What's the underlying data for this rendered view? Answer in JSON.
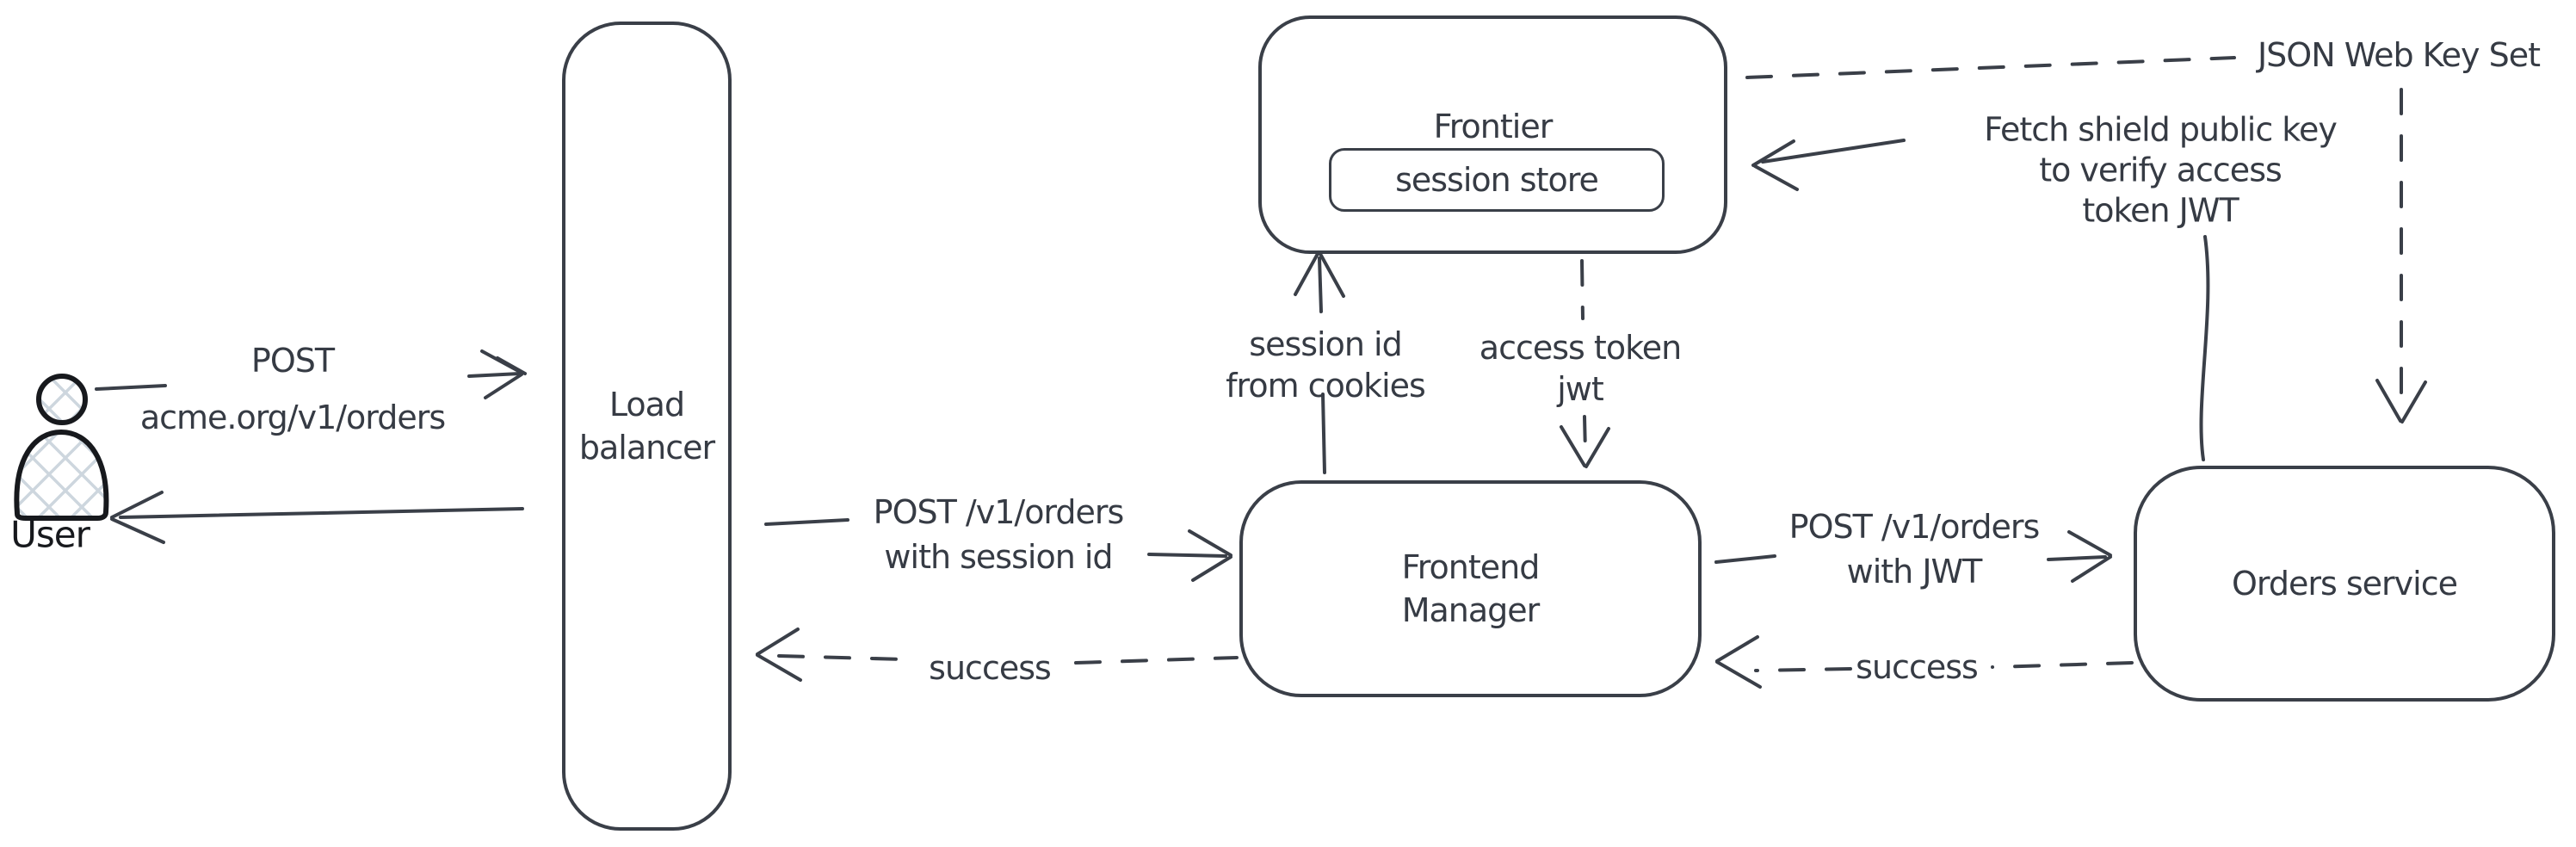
{
  "palette": {
    "background": "#ffffff",
    "ink": "#3a3f48",
    "person_ink": "#17191d",
    "hatch_fill": "#cdd6de"
  },
  "nodes": {
    "user": {
      "label": "User"
    },
    "load_balancer": {
      "lines": [
        "Load",
        "balancer"
      ]
    },
    "frontier": {
      "title": "Frontier",
      "inner_store": "session store"
    },
    "frontend_manager": {
      "lines": [
        "Frontend",
        "Manager"
      ]
    },
    "orders_service": {
      "label": "Orders service"
    },
    "jwks": {
      "label": "JSON Web Key Set"
    }
  },
  "edges": {
    "user_to_lb": {
      "lines": [
        "POST",
        "acme.org/v1/orders"
      ],
      "style": "solid-right"
    },
    "lb_to_user": {
      "style": "solid-left"
    },
    "lb_to_fm": {
      "lines": [
        "POST /v1/orders",
        "with session id"
      ],
      "style": "solid-right"
    },
    "fm_to_lb": {
      "label": "success",
      "style": "dashed-left"
    },
    "fm_to_frontier": {
      "lines": [
        "session id",
        "from cookies"
      ],
      "style": "solid-up"
    },
    "frontier_to_fm": {
      "lines": [
        "access token",
        "jwt"
      ],
      "style": "dashed-down"
    },
    "fm_to_orders": {
      "lines": [
        "POST /v1/orders",
        "with JWT"
      ],
      "style": "solid-right"
    },
    "orders_to_fm": {
      "label": "success",
      "style": "dashed-left"
    },
    "orders_to_frontier": {
      "lines": [
        "Fetch shield public key",
        "to verify access",
        "token JWT"
      ],
      "style": "solid-left"
    },
    "frontier_to_jwks": {
      "style": "dashed-plain"
    },
    "jwks_to_orders": {
      "style": "dashed-down"
    }
  }
}
